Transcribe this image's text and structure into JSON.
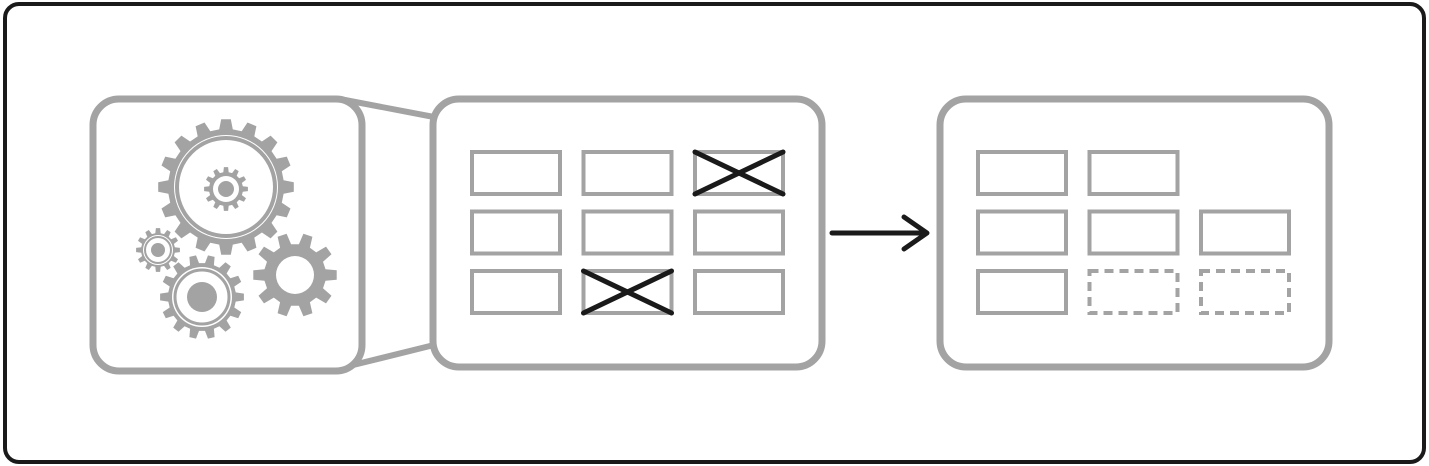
{
  "colors": {
    "frame": "#1a1a1a",
    "panel": "#a3a3a3",
    "gear": "#a3a3a3",
    "cross": "#1a1a1a",
    "arrow": "#1a1a1a",
    "background": "#ffffff"
  },
  "icons": {
    "machine": "gears-icon",
    "flow": "arrow-right-icon",
    "removed": "cross-icon"
  },
  "before_grid": {
    "rows": 3,
    "cols": 3,
    "cells": [
      {
        "state": "present"
      },
      {
        "state": "present"
      },
      {
        "state": "crossed"
      },
      {
        "state": "present"
      },
      {
        "state": "present"
      },
      {
        "state": "present"
      },
      {
        "state": "present"
      },
      {
        "state": "crossed"
      },
      {
        "state": "present"
      }
    ]
  },
  "after_grid": {
    "rows": 3,
    "cols": 3,
    "cells": [
      {
        "state": "present"
      },
      {
        "state": "present"
      },
      {
        "state": "empty"
      },
      {
        "state": "present"
      },
      {
        "state": "present"
      },
      {
        "state": "present"
      },
      {
        "state": "present"
      },
      {
        "state": "placeholder"
      },
      {
        "state": "placeholder"
      }
    ]
  }
}
